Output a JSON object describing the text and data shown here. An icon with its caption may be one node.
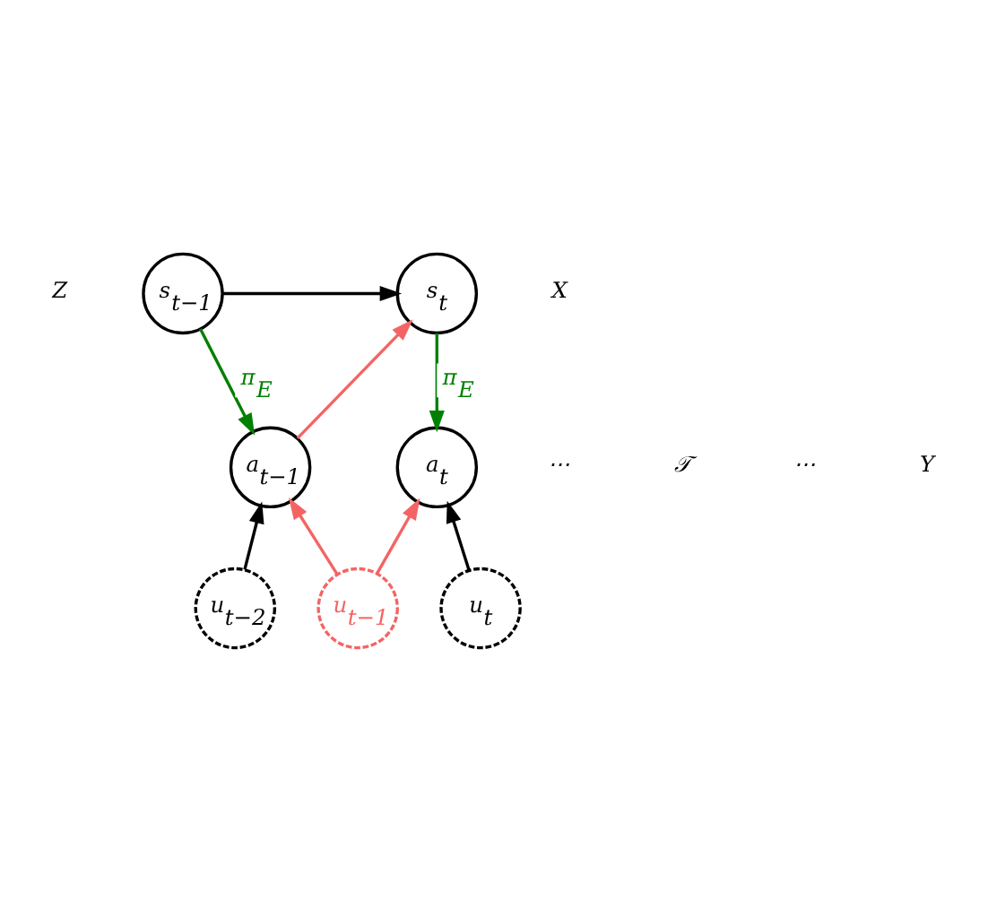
{
  "diagram": {
    "nodes": [
      {
        "text": [
          "s$_{t−1}$"
        ]
      },
      {
        "text": [
          "s$_{t}$"
        ]
      },
      {
        "text": [
          "a$_{t−1}$"
        ]
      },
      {
        "text": [
          "a$_{t}$"
        ]
      },
      {
        "text": [
          "u$_{t−2}$"
        ]
      },
      {
        "text": [
          "u$_{t−1}$"
        ]
      },
      {
        "text": [
          "u$_{t}$"
        ]
      }
    ],
    "edges": [
      {
        "from": 0,
        "to": 1,
        "arrow": "to"
      },
      {
        "from": 0,
        "to": 2,
        "arrow": "to",
        "label": "π$_{E}$",
        "color": "#008000"
      },
      {
        "from": 1,
        "to": 3,
        "arrow": "to",
        "label": "π$_{E}$",
        "color": "#008000"
      },
      {
        "from": 2,
        "to": 1,
        "arrow": "to",
        "color": "#f46464"
      },
      {
        "from": 4,
        "to": 2,
        "arrow": "to"
      },
      {
        "from": 5,
        "to": 2,
        "arrow": "to",
        "color": "#f46464"
      },
      {
        "from": 5,
        "to": 3,
        "arrow": "to",
        "color": "#f46464"
      },
      {
        "from": 6,
        "to": 3,
        "arrow": "to"
      }
    ],
    "labels": [
      "Z",
      "X",
      "𝒯",
      "⋯",
      "⋯",
      "Y"
    ]
  }
}
